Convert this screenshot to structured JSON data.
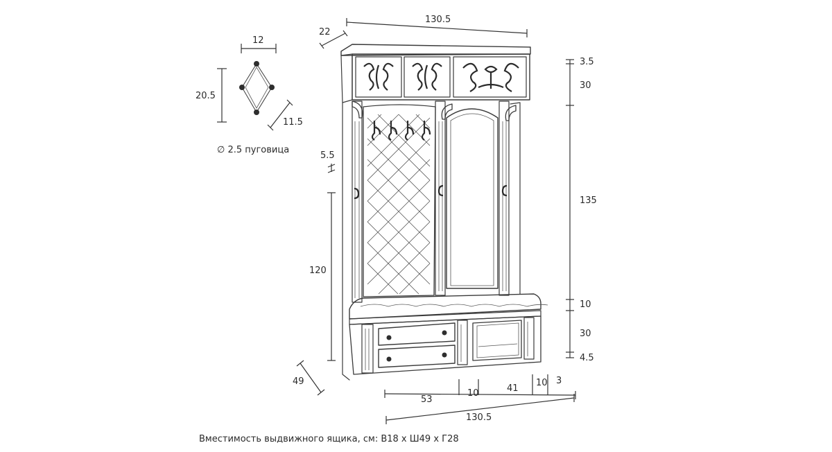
{
  "dimensions": {
    "top_width": "130.5",
    "top_depth": "22",
    "cornice_height": "3.5",
    "upper_cabinet_height": "30",
    "middle_height": "135",
    "seat_height": "10",
    "drawer_section_height": "30",
    "plinth_height": "4.5",
    "panel_height": "120",
    "panel_top_gap": "5.5",
    "base_depth": "49",
    "bottom_left_width": "53",
    "bottom_mid_gap": "10",
    "bottom_right_width": "41",
    "bottom_right_gap": "10",
    "bottom_edge": "3",
    "bottom_total_width": "130.5",
    "detail_width": "12",
    "detail_height": "20.5",
    "detail_side": "11.5",
    "button_note": "∅ 2.5 пуговица"
  },
  "caption": "Вместимость выдвижного ящика, см: В18 х Ш49 х Г28"
}
